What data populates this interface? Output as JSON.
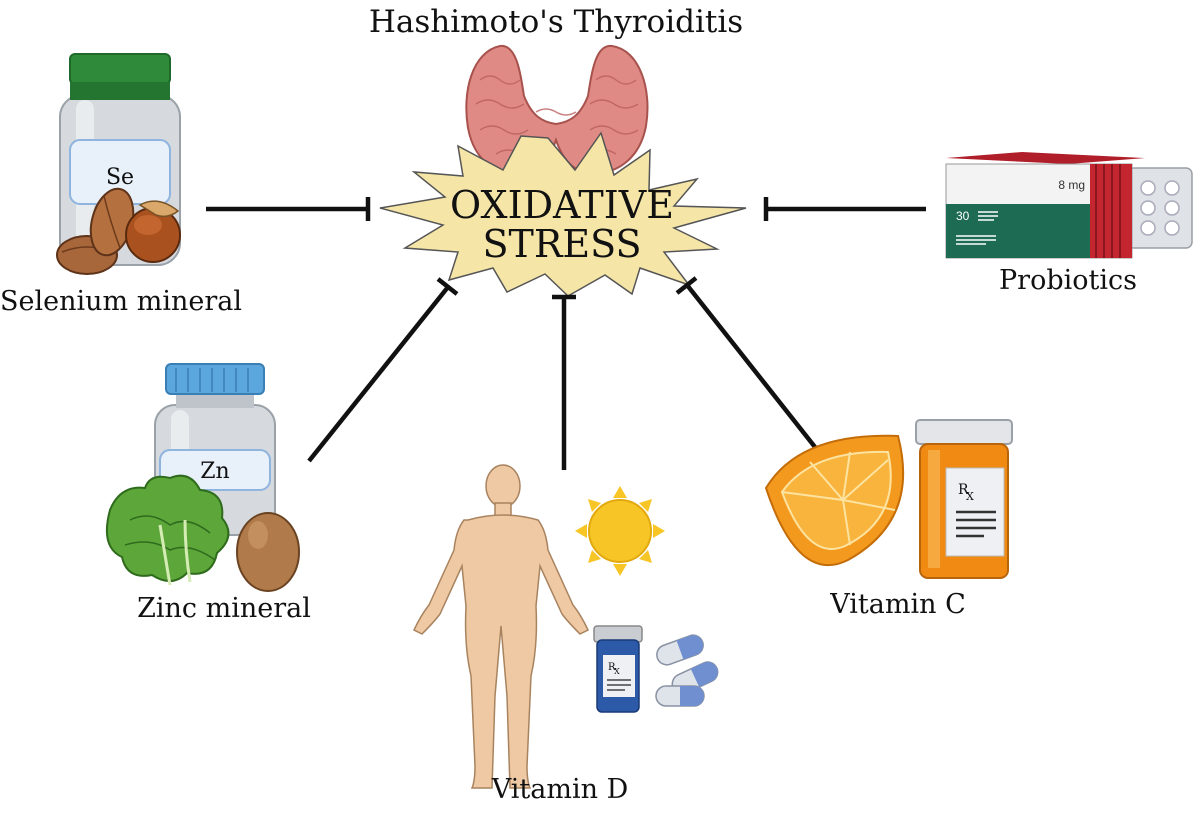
{
  "title": "Hashimoto's Thyroiditis",
  "center": {
    "line1": "OXIDATIVE",
    "line2": "STRESS"
  },
  "factors": {
    "selenium": {
      "label": "Selenium mineral",
      "jar_tag": "Se"
    },
    "zinc": {
      "label": "Zinc mineral",
      "jar_tag": "Zn"
    },
    "vitamin_d": {
      "label": "Vitamin D",
      "rx": "R",
      "rx_sub": "X"
    },
    "vitamin_c": {
      "label": "Vitamin C",
      "rx": "R",
      "rx_sub": "X"
    },
    "probiotics": {
      "label": "Probiotics",
      "dose": "8 mg",
      "count": "30"
    }
  },
  "colors": {
    "burst_fill": "#f5e6a8",
    "thyroid": "#e08a85",
    "inhibitor_line": "#111111",
    "selenium_cap": "#2f8a3a",
    "zinc_cap": "#5aa6dd",
    "orange": "#f39a1e",
    "probiotic_box_green": "#1c6b52",
    "probiotic_box_red": "#c4262f",
    "sun": "#f7c626",
    "skin": "#eec9a4"
  },
  "icons": [
    "thyroid-gland-icon",
    "selenium-jar-icon",
    "almond-icon",
    "hazelnut-icon",
    "zinc-jar-icon",
    "lettuce-icon",
    "egg-icon",
    "human-body-icon",
    "sun-icon",
    "pill-bottle-icon",
    "capsule-icon",
    "orange-slice-icon",
    "rx-bottle-icon",
    "probiotic-box-icon",
    "blister-pack-icon"
  ]
}
